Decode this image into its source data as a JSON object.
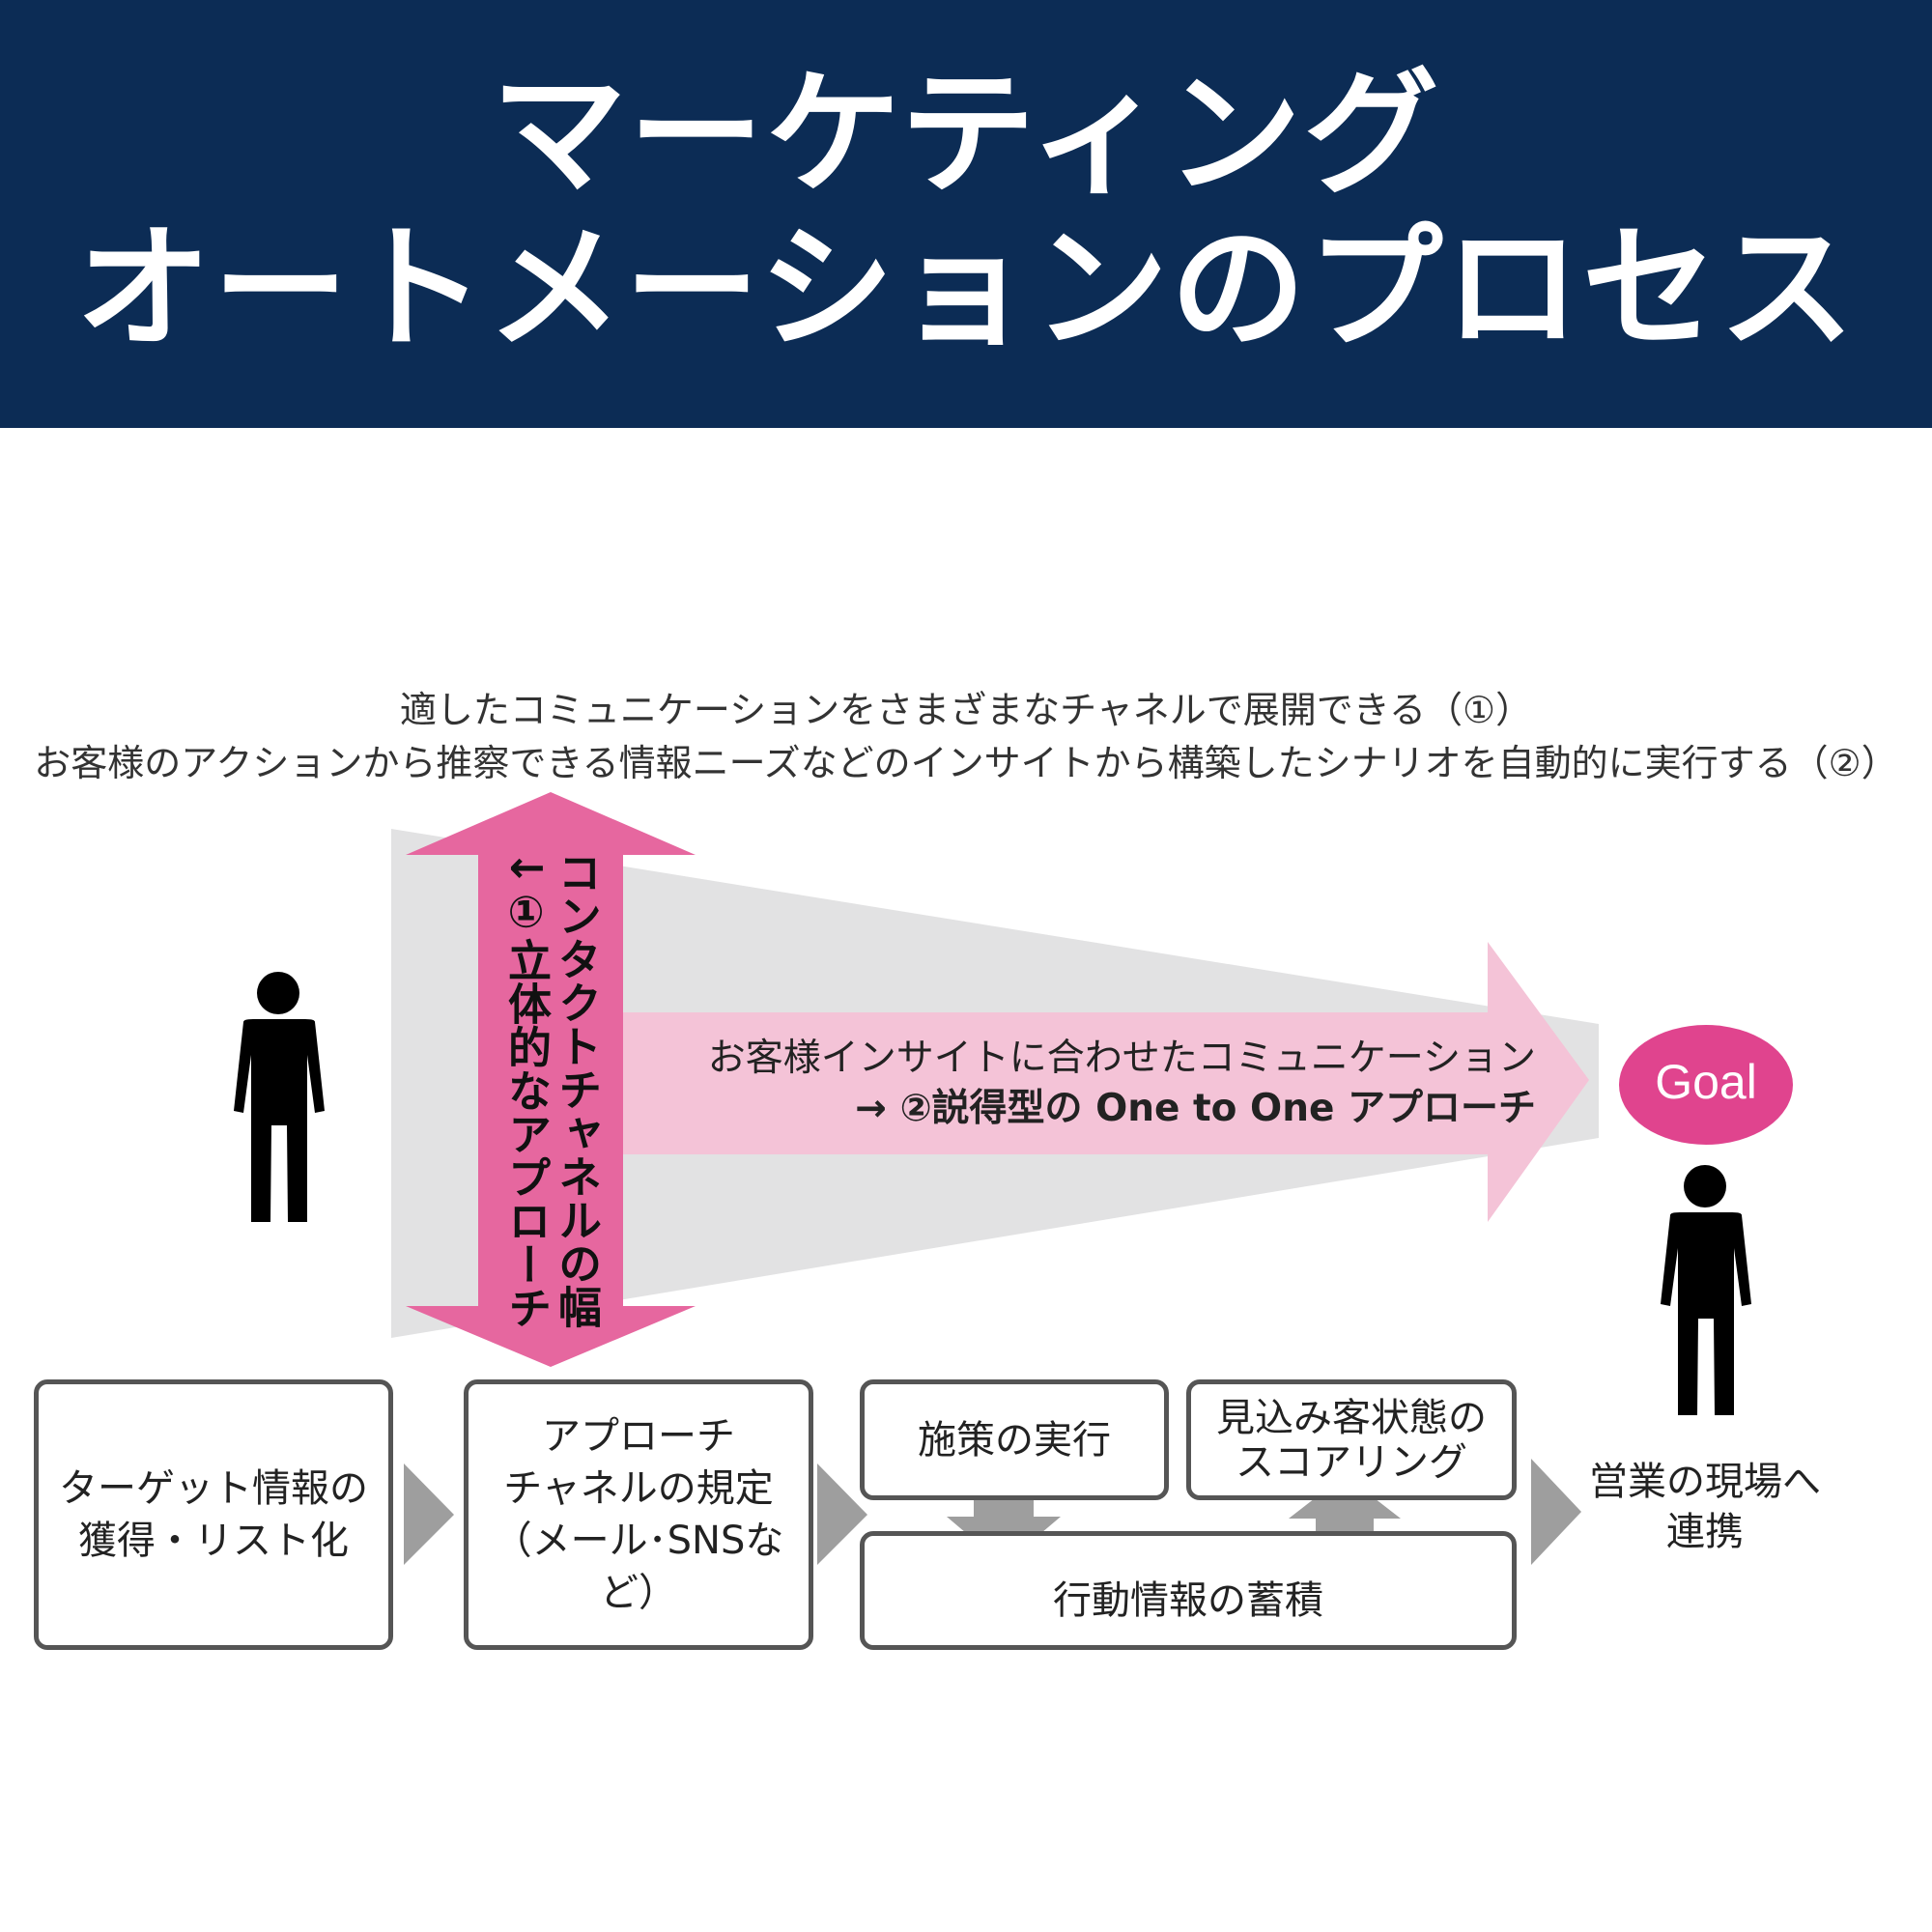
{
  "title": {
    "line1": "マーケティング",
    "line2": "オートメーションのプロセス"
  },
  "description": {
    "line1": "適したコミュニケーションをさまざまなチャネルで展開できる（①）",
    "line2": "お客様のアクションから推察できる情報ニーズなどのインサイトから構築したシナリオを自動的に実行する（②）"
  },
  "vertical_arrow": {
    "line1": "コンタクトチャネルの幅",
    "line2": "↓①立体的なアプローチ"
  },
  "horizontal_arrow": {
    "line1": "お客様インサイトに合わせたコミュニケーション",
    "line2": "→ ②説得型の One to One アプローチ"
  },
  "goal": "Goal",
  "steps": {
    "step1": {
      "line1": "ターゲット情報の",
      "line2": "獲得・リスト化"
    },
    "step2": {
      "line1": "アプローチ",
      "line2": "チャネルの規定",
      "line3": "（メール･SNSなど）"
    },
    "execute": "施策の実行",
    "scoring": {
      "line1": "見込み客状態の",
      "line2": "スコアリング"
    },
    "accumulate": "行動情報の蓄積",
    "final": {
      "line1": "営業の現場へ",
      "line2": "連携"
    }
  },
  "colors": {
    "banner": "#0c2c55",
    "pink_arrow": "#e6679f",
    "light_pink_arrow": "#f4c3d7",
    "funnel": "#e2e2e3",
    "goal": "#e0448e",
    "step_arrow": "#9e9e9e"
  }
}
